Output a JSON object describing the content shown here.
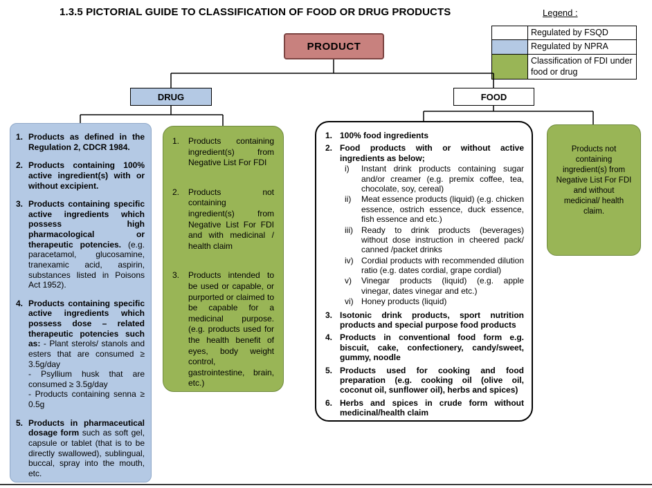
{
  "title": "1.3.5 PICTORIAL GUIDE TO CLASSIFICATION OF FOOD OR DRUG PRODUCTS",
  "legend": {
    "label": "Legend :",
    "items": [
      {
        "label": "Regulated by FSQD",
        "color": "#ffffff"
      },
      {
        "label": "Regulated by NPRA",
        "color": "#b4c9e4"
      },
      {
        "label": "Classification of FDI under food or drug",
        "color": "#99b556"
      }
    ]
  },
  "nodes": {
    "product": "PRODUCT",
    "drug": "DRUG",
    "food": "FOOD"
  },
  "colors": {
    "product_fill": "#c8817e",
    "npra_blue": "#b4c9e4",
    "fdi_green": "#99b556",
    "fsqd_white": "#ffffff"
  },
  "drug_npra_panel": {
    "items": [
      {
        "num": "1.",
        "bold": "Products as defined in the Regulation 2, CDCR 1984.",
        "rest": ""
      },
      {
        "num": "2.",
        "bold": "Products containing 100% active ingredient(s) with or without excipient.",
        "rest": ""
      },
      {
        "num": "3.",
        "bold": "Products containing specific active ingredients which possess high pharmacological or therapeutic potencies. ",
        "rest": "(e.g. paracetamol, glucosamine, tranexamic acid, aspirin, substances listed in Poisons Act 1952)."
      },
      {
        "num": "4.",
        "bold": "Products containing specific active ingredients which possess dose – related therapeutic potencies such as: ",
        "rest": "- Plant sterols/ stanols and esters that are consumed ≥ 3.5g/day\n- Psyllium husk that are consumed ≥ 3.5g/day\n- Products containing senna ≥ 0.5g"
      },
      {
        "num": "5.",
        "bold": "Products in pharmaceutical dosage form ",
        "rest": "such as soft gel, capsule or tablet (that is to be directly swallowed), sublingual, buccal, spray into the mouth, etc."
      }
    ]
  },
  "drug_fdi_panel": {
    "items": [
      {
        "num": "1.",
        "text": "Products containing ingredient(s) from Negative List For FDI"
      },
      {
        "num": "2.",
        "text": "Products not containing ingredient(s) from Negative List For FDI and with medicinal / health claim"
      },
      {
        "num": "3.",
        "text": "Products intended to be used or capable, or purported or claimed to be capable for a medicinal purpose. (e.g. products used for the health benefit of eyes, body weight control, gastrointestine, brain, etc.)"
      }
    ]
  },
  "food_fsqd_panel": {
    "items": [
      {
        "num": "1.",
        "text": "100% food ingredients"
      },
      {
        "num": "2.",
        "text": "Food products with or without active ingredients as below;",
        "subitems": [
          {
            "num": "i)",
            "text": "Instant drink products containing sugar and/or creamer (e.g. premix coffee, tea, chocolate, soy, cereal)"
          },
          {
            "num": "ii)",
            "text": "Meat essence products (liquid) (e.g. chicken essence, ostrich essence, duck essence, fish essence and etc.)"
          },
          {
            "num": "iii)",
            "text": "Ready to drink products (beverages) without dose instruction in cheered pack/ canned /packet drinks"
          },
          {
            "num": "iv)",
            "text": "Cordial products with recommended dilution ratio (e.g. dates cordial, grape cordial)"
          },
          {
            "num": "v)",
            "text": "Vinegar products (liquid) (e.g. apple vinegar, dates vinegar and etc.)"
          },
          {
            "num": "vi)",
            "text": "Honey products (liquid)"
          }
        ]
      },
      {
        "num": "3.",
        "text": "Isotonic drink products, sport nutrition products and special purpose food products"
      },
      {
        "num": "4.",
        "text": "Products in conventional food form e.g. biscuit, cake, confectionery, candy/sweet, gummy, noodle"
      },
      {
        "num": "5.",
        "text": "Products used for cooking and food preparation (e.g. cooking oil (olive oil, coconut oil, sunflower oil), herbs and spices)"
      },
      {
        "num": "6.",
        "text": "Herbs and spices in crude form without medicinal/health claim"
      }
    ]
  },
  "food_fdi_panel": {
    "text": "Products not containing ingredient(s) from Negative List For FDI and without medicinal/ health claim."
  }
}
